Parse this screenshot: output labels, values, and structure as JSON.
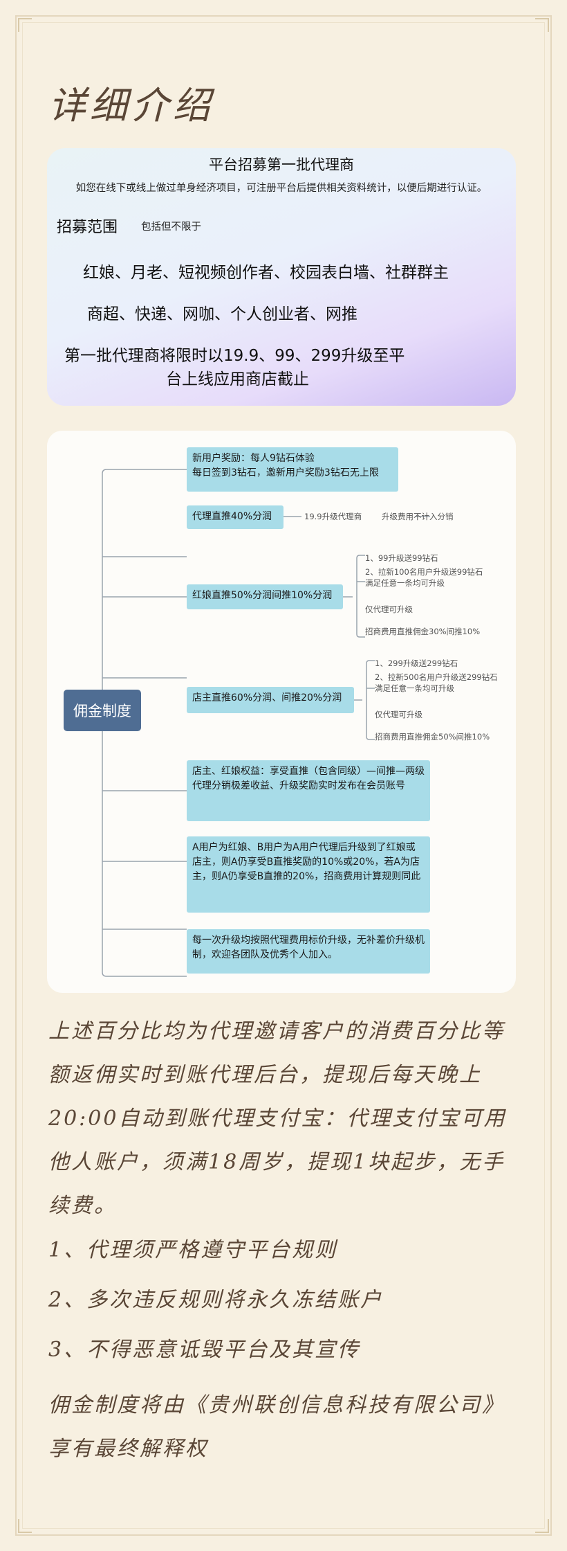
{
  "page_title": "详细介绍",
  "promo": {
    "title": "平台招募第一批代理商",
    "subtitle": "如您在线下或线上做过单身经济项目，可注册平台后提供相关资料统计，以便后期进行认证。",
    "scope_label": "招募范围",
    "scope_note": "包括但不限于",
    "line1": "红娘、月老、短视频创作者、校园表白墙、社群群主",
    "line2": "商超、快递、网咖、个人创业者、网推",
    "line3a": "第一批代理商将限时以19.9、99、299升级至平",
    "line3b": "台上线应用商店截止"
  },
  "mindmap": {
    "root": "佣金制度",
    "node1": "新用户奖励：每人9钻石体验\n每日签到3钻石，邀新用户奖励3钻石无上限",
    "node2": "代理直推40%分润",
    "node2_note1": "19.9升级代理商",
    "node2_note2": "升级费用不计入分销",
    "node3": "红娘直推50%分润间推10%分润",
    "node3_notes": [
      "1、99升级送99钻石",
      "2、拉新100名用户升级送99钻石",
      "满足任意一条均可升级",
      "仅代理可升级",
      "招商费用直推佣金30%间推10%"
    ],
    "node4": "店主直推60%分润、间推20%分润",
    "node4_notes": [
      "1、299升级送299钻石",
      "2、拉新500名用户升级送299钻石",
      "满足任意一条均可升级",
      "仅代理可升级",
      "招商费用直推佣金50%间推10%"
    ],
    "node5": "店主、红娘权益：享受直推（包含同级）—间推—两级代理分销极差收益、升级奖励实时发布在会员账号",
    "node6": "A用户为红娘、B用户为A用户代理后升级到了红娘或店主，则A仍享受B直推奖励的10%或20%，若A为店主，则A仍享受B直推的20%，招商费用计算规则同此",
    "node7": "每一次升级均按照代理费用标价升级，无补差价升级机制，欢迎各团队及优秀个人加入。"
  },
  "body": {
    "paragraph": "上述百分比均为代理邀请客户的消费百分比等额返佣实时到账代理后台，提现后每天晚上20:00自动到账代理支付宝：代理支付宝可用他人账户，须满18周岁，提现1块起步，无手续费。",
    "rule1": "1、代理须严格遵守平台规则",
    "rule2": "2、多次违反规则将永久冻结账户",
    "rule3": "3、不得恶意诋毁平台及其宣传",
    "closing": "佣金制度将由《贵州联创信息科技有限公司》享有最终解释权"
  }
}
